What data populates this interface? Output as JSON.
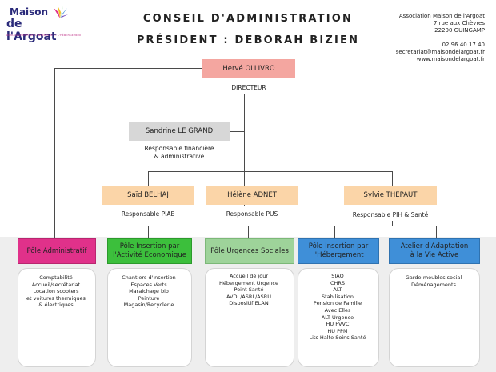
{
  "header": {
    "logo_line1": "Maison",
    "logo_line2": "de l'Argoat",
    "logo_tagline": "ASSOCIATION POUR L'INSERTION ET L'HÉBERGEMENT",
    "title_line1": "CONSEIL D'ADMINISTRATION",
    "title_line2": "PRÉSIDENT : DEBORAH BIZIEN"
  },
  "contact": {
    "lines": [
      "Association Maison de l'Argoat",
      "7 rue aux Chèvres",
      "22200 GUINGAMP",
      "",
      "02 96 40 17 40",
      "secretariat@maisondelargoat.fr",
      "www.maisondelargoat.fr"
    ]
  },
  "people": {
    "director": {
      "name": "Hervé OLLIVRO",
      "role": "DIRECTEUR"
    },
    "finance": {
      "name": "Sandrine LE GRAND",
      "role_line1": "Responsable financière",
      "role_line2": "& administrative"
    },
    "piae": {
      "name": "Saïd BELHAJ",
      "role": "Responsable PIAE"
    },
    "pus": {
      "name": "Hélène ADNET",
      "role": "Responsable PUS"
    },
    "pih": {
      "name": "Sylvie THEPAUT",
      "role": "Responsable PIH & Santé"
    }
  },
  "poles": [
    {
      "name_line1": "Pôle Administratif",
      "name_line2": "",
      "items": [
        "Comptabilité",
        "Accueil/secrétariat",
        "Location scooters",
        "et voitures thermiques",
        "& électriques"
      ]
    },
    {
      "name_line1": "Pôle Insertion par",
      "name_line2": "l'Activité Economique",
      "items": [
        "Chantiers d'insertion",
        "Espaces Verts",
        "Maraichage bio",
        "Peinture",
        "Magasin/Recyclerie"
      ]
    },
    {
      "name_line1": "Pôle Urgences Sociales",
      "name_line2": "",
      "items": [
        "Accueil de jour",
        "Hébergement Urgence",
        "Point Santé",
        "AVDL/ASRL/ASRU",
        "Dispositif ELAN"
      ]
    },
    {
      "name_line1": "Pôle Insertion par",
      "name_line2": "l'Hébergement",
      "items": [
        "SIAO",
        "CHRS",
        "ALT",
        "Stabilisation",
        "Pension de Famille",
        "Avec Elles",
        "ALT Urgence",
        "HU FVVC",
        "HU PPM",
        "Lits Halte Soins Santé"
      ]
    },
    {
      "name_line1": "Atelier d'Adaptation",
      "name_line2": "à la Vie Active",
      "items": [
        "Garde-meubles social",
        "Déménagements"
      ]
    }
  ],
  "colors": {
    "director_box": "#f4a6a0",
    "finance_box": "#d7d7d7",
    "manager_box": "#fbd5a8",
    "pole_admin": "#e0318a",
    "pole_piae": "#3cbf3c",
    "pole_pus": "#9ed39a",
    "pole_pih": "#3f8fd8",
    "pole_aava": "#3f8fd8",
    "lines": "#4a4a4a"
  }
}
